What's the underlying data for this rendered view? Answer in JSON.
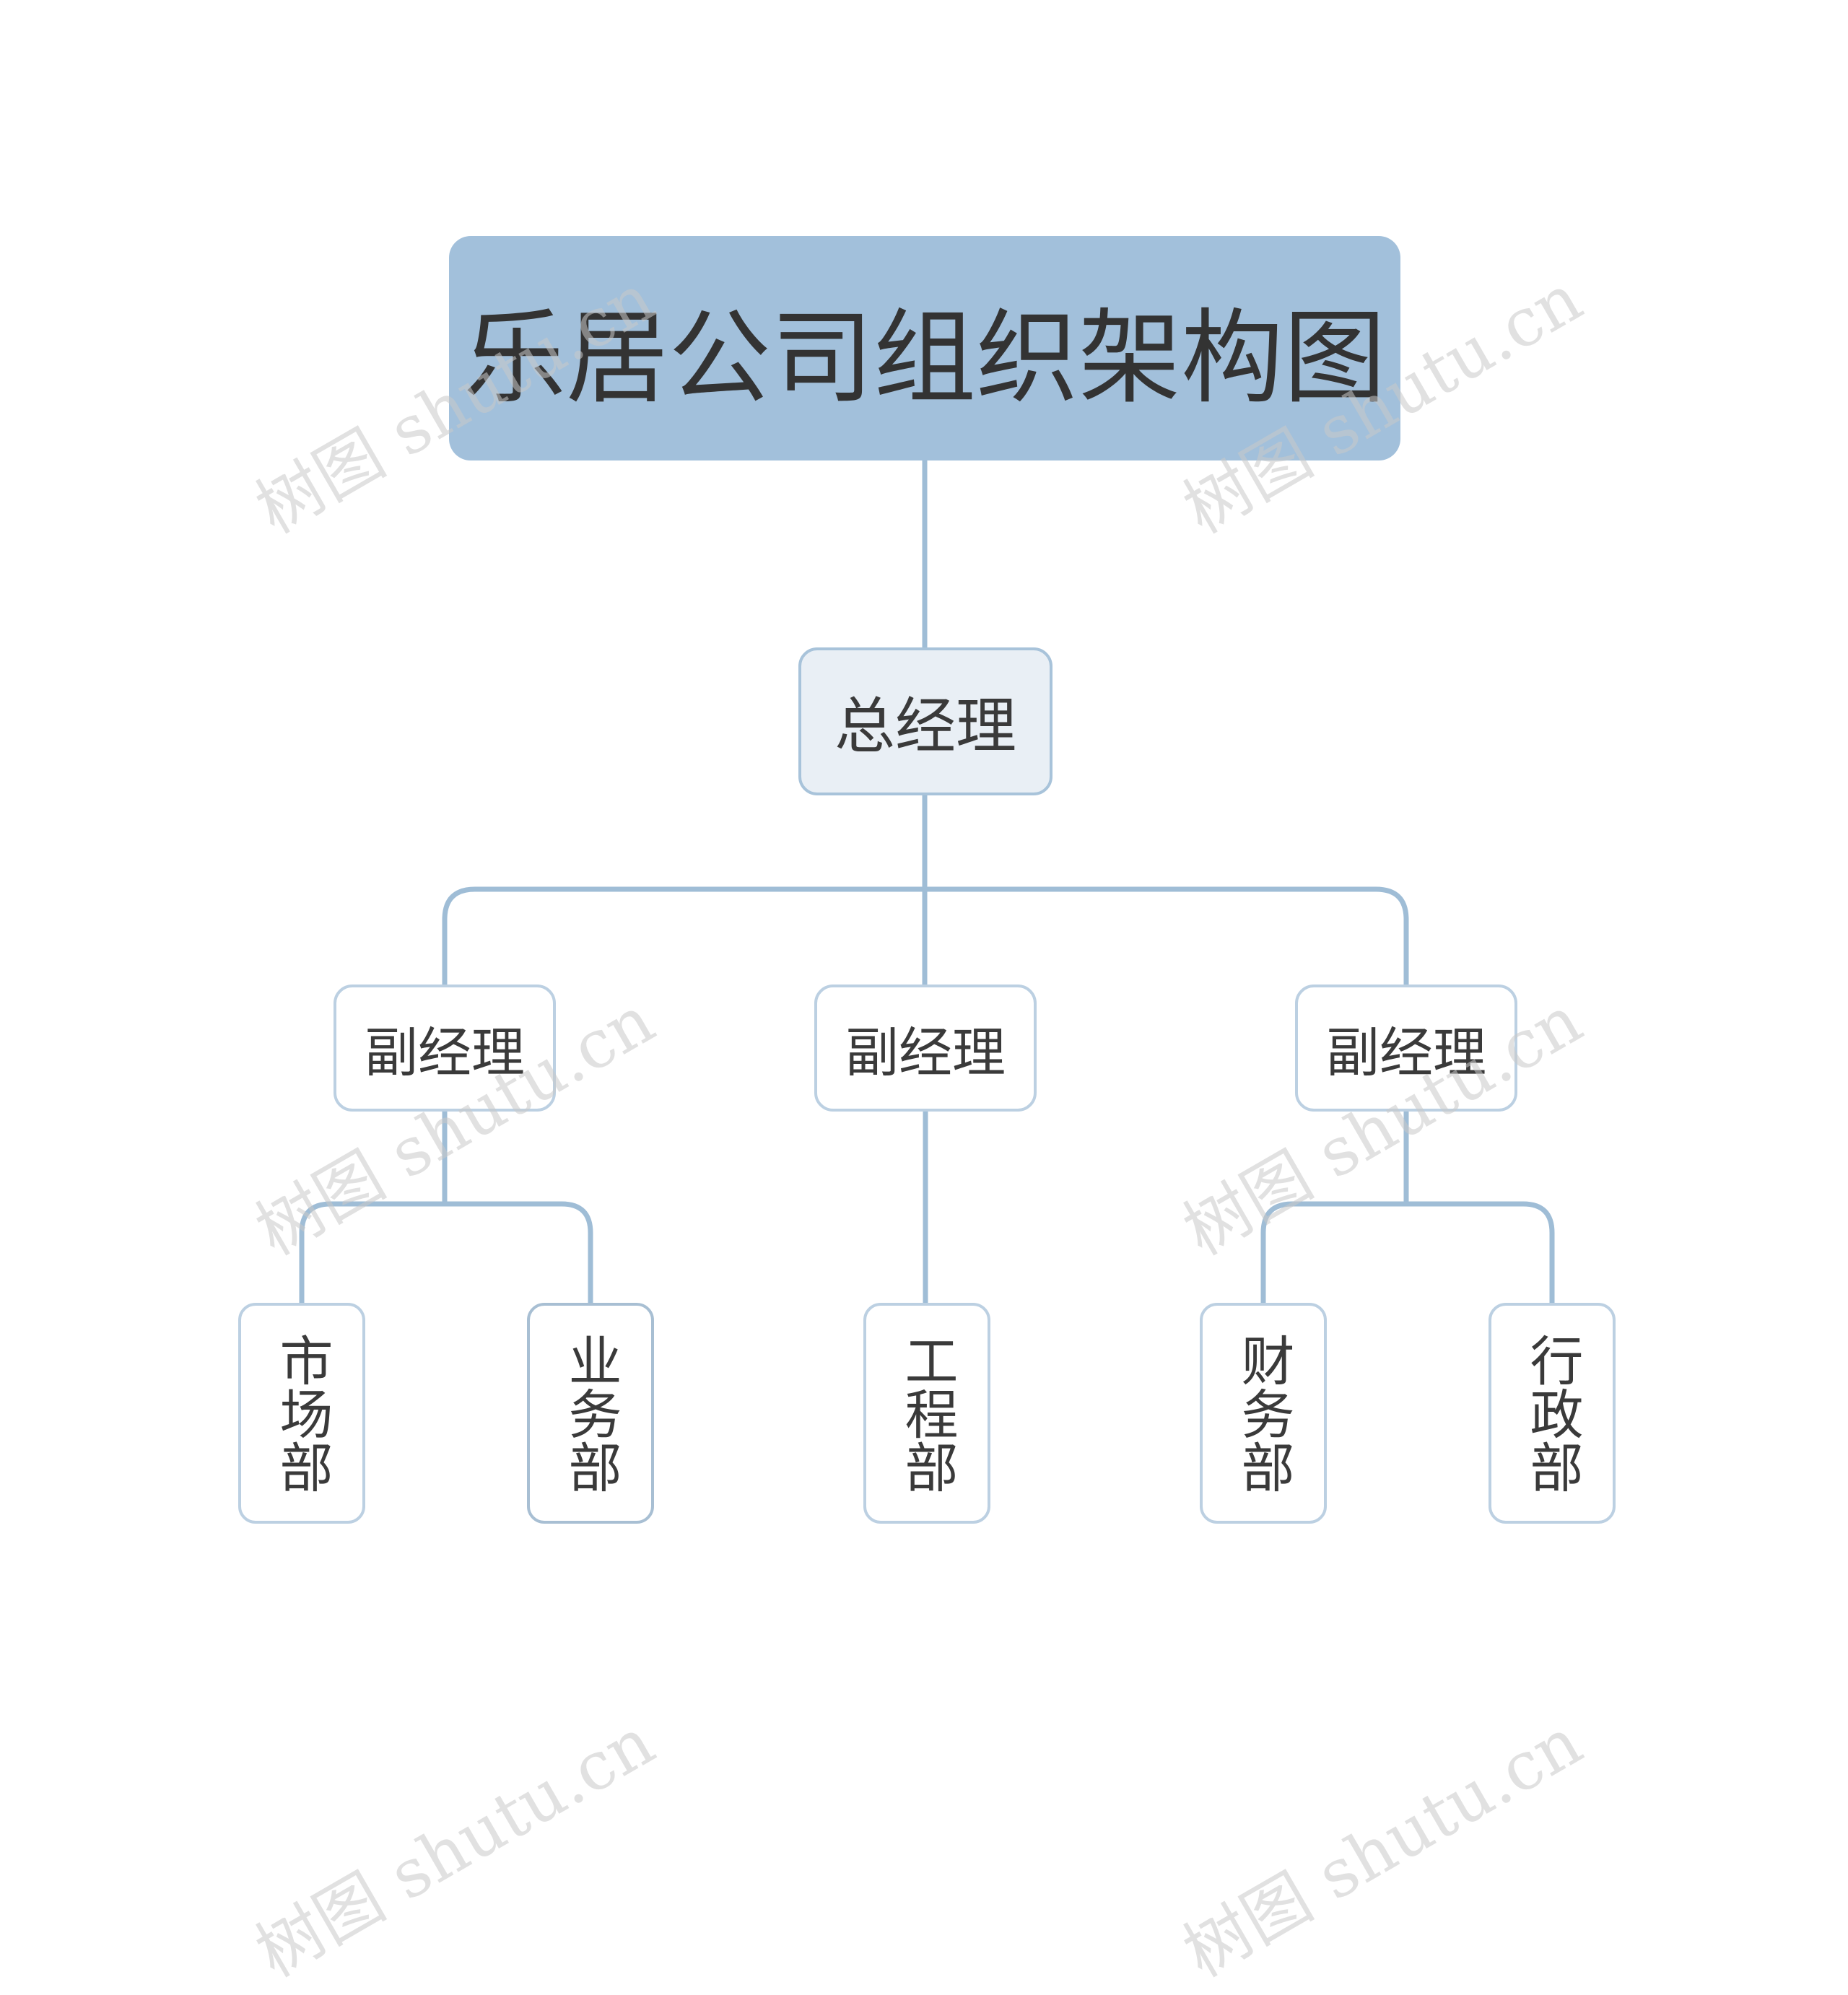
{
  "diagram": {
    "root": {
      "label": "乐居公司组织架构图"
    },
    "general_manager": {
      "label": "总经理"
    },
    "vice_managers": [
      {
        "label": "副经理"
      },
      {
        "label": "副经理"
      },
      {
        "label": "副经理"
      }
    ],
    "departments": [
      {
        "label": "市场部",
        "parent": 0
      },
      {
        "label": "业务部",
        "parent": 0
      },
      {
        "label": "工程部",
        "parent": 1
      },
      {
        "label": "财务部",
        "parent": 2
      },
      {
        "label": "行政部",
        "parent": 2
      }
    ]
  },
  "watermark": {
    "text": "树图 shutu.cn"
  },
  "colors": {
    "root_fill": "#a2c0db",
    "gm_fill": "#e9eff5",
    "connector": "#9fbdd6",
    "node_border": "#bcd0e2",
    "text": "#3a3a3a"
  }
}
